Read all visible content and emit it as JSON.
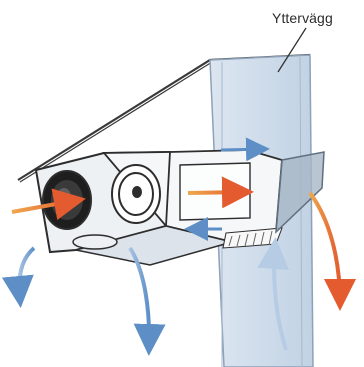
{
  "diagram": {
    "wall_label": "Yttervägg",
    "colors": {
      "wall": "#c9d7e7",
      "wall_edge": "#8ea1b8",
      "unit_body": "#eef1f4",
      "unit_outline": "#2d2d2d",
      "roof_line": "#3a3a3a",
      "warm_arrow": "#e35b2f",
      "cool_arrow": "#5d8fc6",
      "mixed_arrow": "#b6cce4"
    },
    "icons": [
      "duct-opening-icon",
      "fan-icon",
      "warm-air-arrow",
      "cool-air-arrow",
      "wall-panel"
    ]
  }
}
